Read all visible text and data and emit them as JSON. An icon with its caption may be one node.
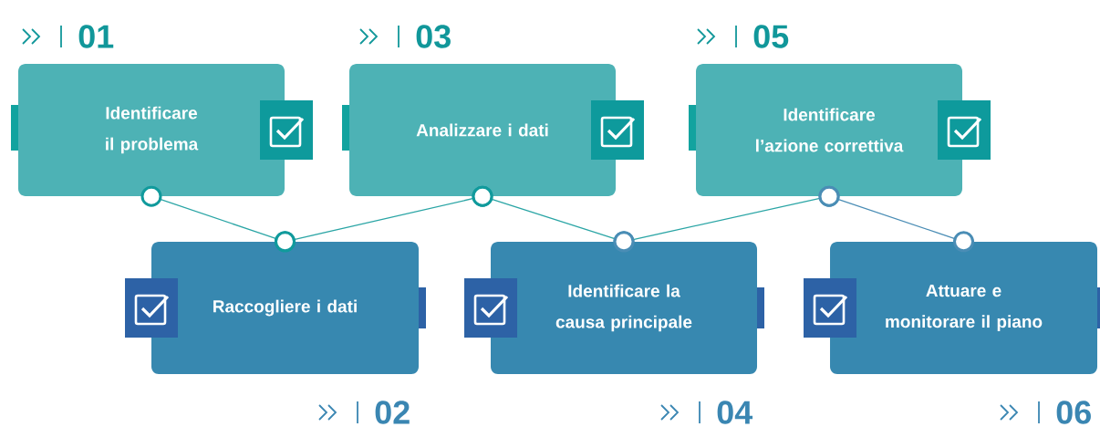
{
  "diagram": {
    "nodes": [
      {
        "text": [
          "Identificare il problema"
        ],
        "beside": [
          "01"
        ]
      },
      {
        "text": [
          "Raccogliere i dati"
        ],
        "beside": [
          "02"
        ]
      },
      {
        "text": [
          "Analizzare i dati"
        ],
        "beside": [
          "03"
        ]
      },
      {
        "text": [
          "Identificare la causa principale"
        ],
        "beside": [
          "04"
        ]
      },
      {
        "text": [
          "Identificare l’azione correttiva"
        ],
        "beside": [
          "05"
        ]
      },
      {
        "text": [
          "Attuare e monitorare il piano"
        ],
        "beside": [
          "06"
        ]
      }
    ],
    "edges": [
      {
        "from": 0,
        "to": 1,
        "arrow": "other"
      },
      {
        "from": 1,
        "to": 2,
        "arrow": "other"
      },
      {
        "from": 2,
        "to": 3,
        "arrow": "other"
      },
      {
        "from": 3,
        "to": 4,
        "arrow": "other"
      },
      {
        "from": 4,
        "to": 5,
        "arrow": "other",
        "color": "#4a8db5"
      }
    ]
  }
}
